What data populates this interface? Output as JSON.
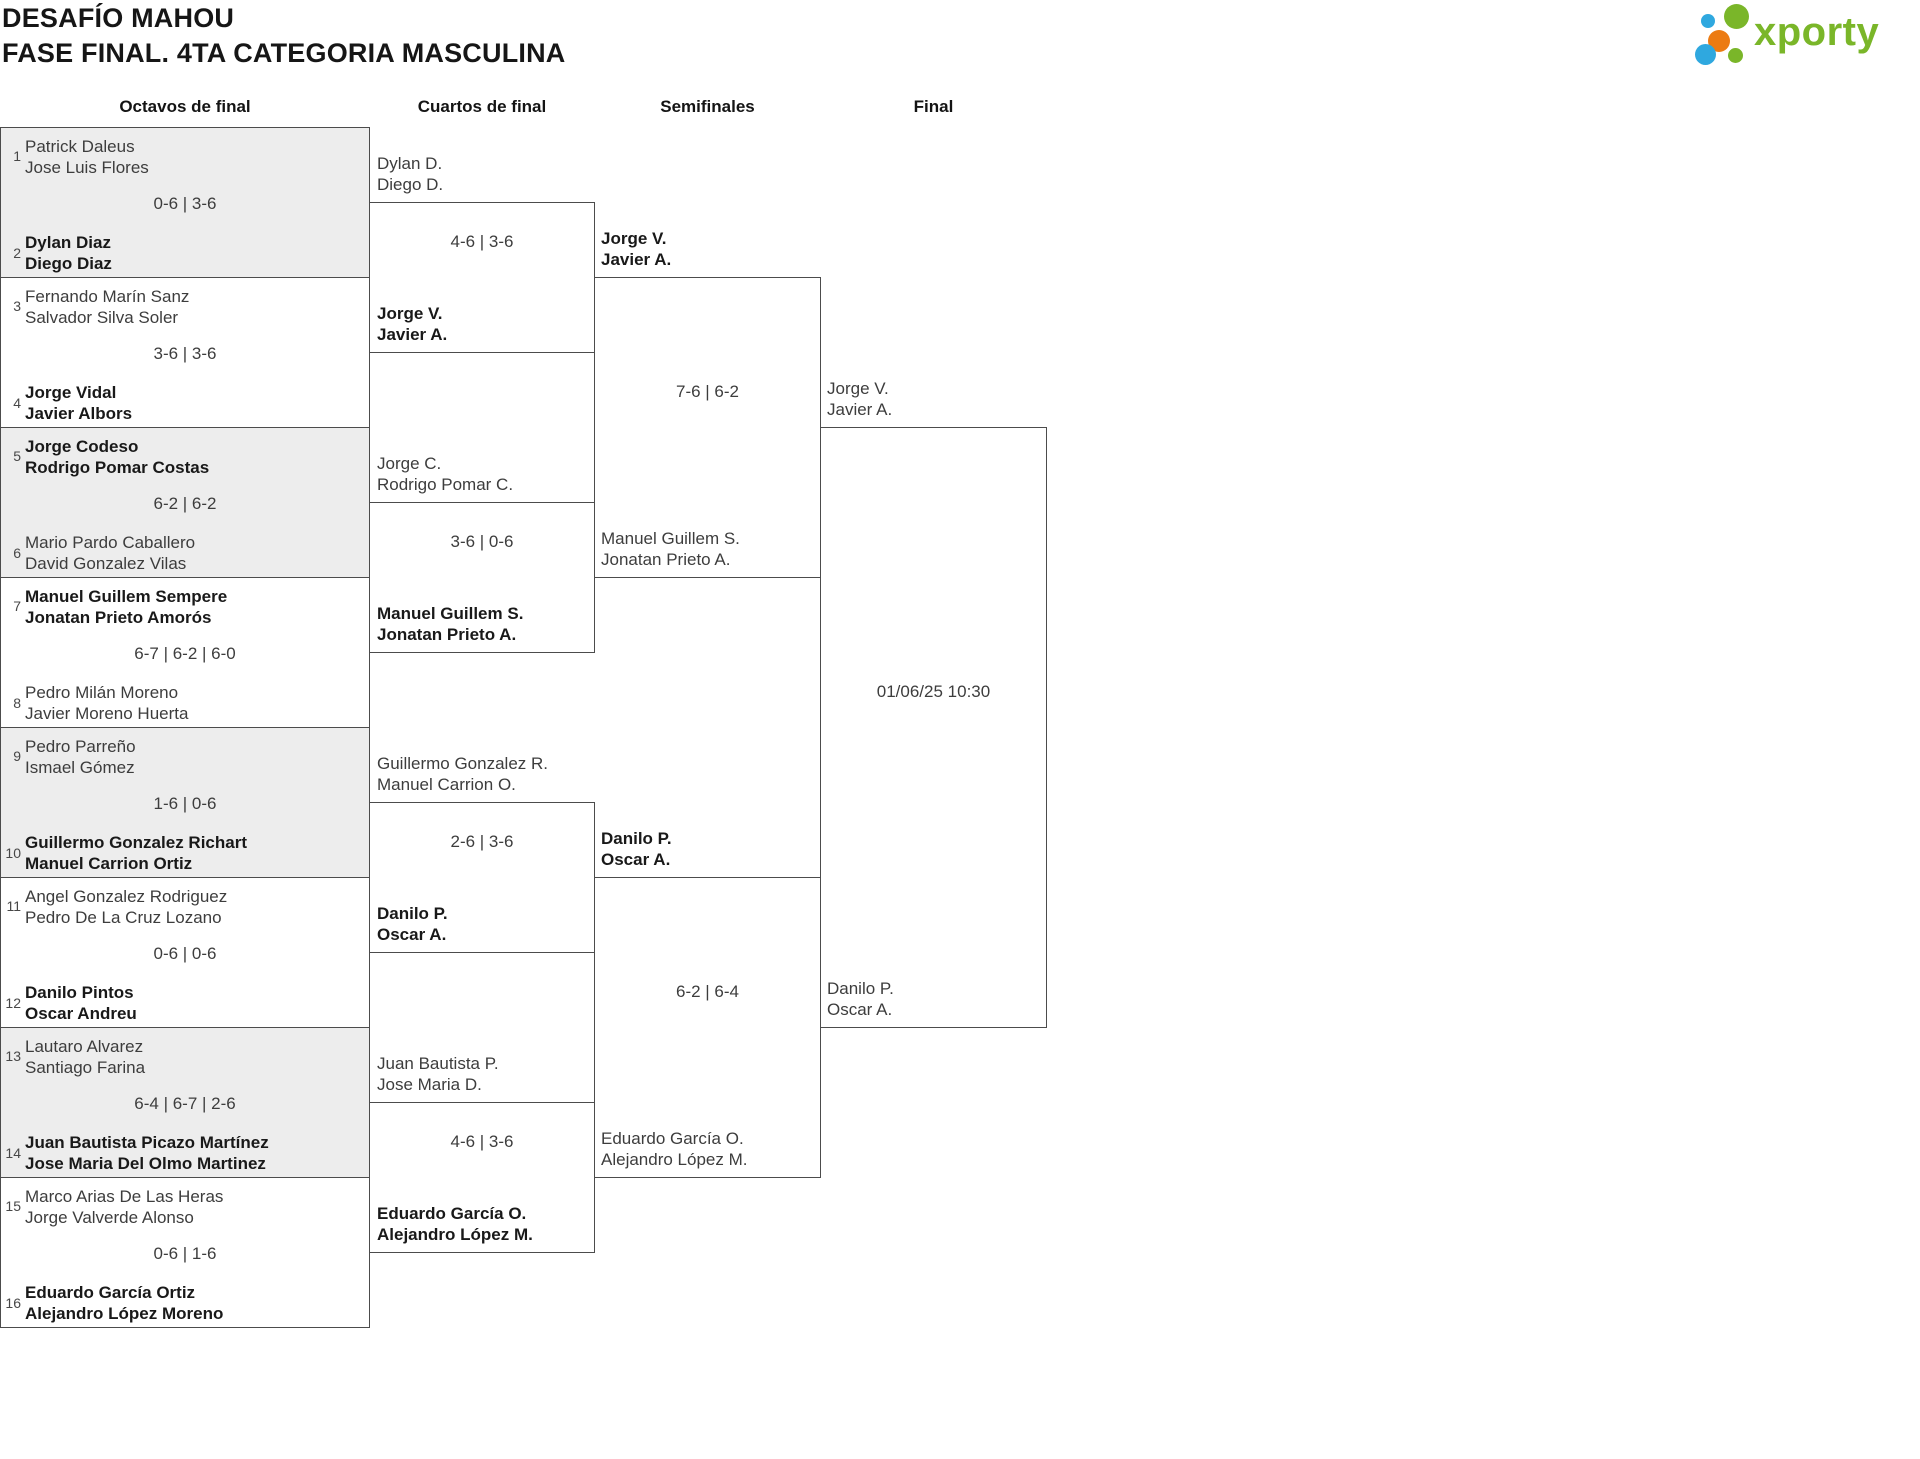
{
  "header": {
    "title_line1": "DESAFÍO MAHOU",
    "title_line2": "FASE FINAL. 4TA CATEGORIA MASCULINA"
  },
  "logo": {
    "text": "xporty",
    "green": "#7ab629",
    "blue": "#2fa8df",
    "orange": "#ec7b12"
  },
  "rounds": {
    "octavos": "Octavos de final",
    "cuartos": "Cuartos de final",
    "semifinales": "Semifinales",
    "final": "Final"
  },
  "octavos": [
    {
      "seed_a": "1",
      "team_a1": "Patrick Daleus",
      "team_a2": "Jose Luis Flores",
      "score": "0-6 | 3-6",
      "seed_b": "2",
      "team_b1": "Dylan Diaz",
      "team_b2": "Diego Diaz",
      "winner": "b"
    },
    {
      "seed_a": "3",
      "team_a1": "Fernando Marín Sanz",
      "team_a2": "Salvador Silva Soler",
      "score": "3-6 | 3-6",
      "seed_b": "4",
      "team_b1": "Jorge Vidal",
      "team_b2": "Javier Albors",
      "winner": "b"
    },
    {
      "seed_a": "5",
      "team_a1": "Jorge Codeso",
      "team_a2": "Rodrigo Pomar Costas",
      "score": "6-2 | 6-2",
      "seed_b": "6",
      "team_b1": "Mario Pardo Caballero",
      "team_b2": "David Gonzalez Vilas",
      "winner": "a"
    },
    {
      "seed_a": "7",
      "team_a1": "Manuel Guillem Sempere",
      "team_a2": "Jonatan Prieto Amorós",
      "score": "6-7 | 6-2 | 6-0",
      "seed_b": "8",
      "team_b1": "Pedro Milán Moreno",
      "team_b2": "Javier Moreno Huerta",
      "winner": "a"
    },
    {
      "seed_a": "9",
      "team_a1": "Pedro Parreño",
      "team_a2": "Ismael Gómez",
      "score": "1-6 | 0-6",
      "seed_b": "10",
      "team_b1": "Guillermo Gonzalez Richart",
      "team_b2": "Manuel Carrion Ortiz",
      "winner": "b"
    },
    {
      "seed_a": "11",
      "team_a1": "Angel Gonzalez Rodriguez",
      "team_a2": "Pedro De La Cruz Lozano",
      "score": "0-6 | 0-6",
      "seed_b": "12",
      "team_b1": "Danilo Pintos",
      "team_b2": "Oscar Andreu",
      "winner": "b"
    },
    {
      "seed_a": "13",
      "team_a1": "Lautaro Alvarez",
      "team_a2": "Santiago Farina",
      "score": "6-4 | 6-7 | 2-6",
      "seed_b": "14",
      "team_b1": "Juan Bautista Picazo Martínez",
      "team_b2": "Jose Maria Del Olmo Martinez",
      "winner": "b"
    },
    {
      "seed_a": "15",
      "team_a1": "Marco Arias De Las Heras",
      "team_a2": "Jorge Valverde Alonso",
      "score": "0-6 | 1-6",
      "seed_b": "16",
      "team_b1": "Eduardo García Ortiz",
      "team_b2": "Alejandro López Moreno",
      "winner": "b"
    }
  ],
  "cuartos": [
    {
      "team_a1": "Dylan D.",
      "team_a2": "Diego D.",
      "score": "4-6 | 3-6",
      "team_b1": "Jorge V.",
      "team_b2": "Javier A.",
      "winner": "b"
    },
    {
      "team_a1": "Jorge C.",
      "team_a2": "Rodrigo Pomar C.",
      "score": "3-6 | 0-6",
      "team_b1": "Manuel Guillem S.",
      "team_b2": "Jonatan Prieto A.",
      "winner": "b"
    },
    {
      "team_a1": "Guillermo Gonzalez R.",
      "team_a2": "Manuel Carrion O.",
      "score": "2-6 | 3-6",
      "team_b1": "Danilo P.",
      "team_b2": "Oscar A.",
      "winner": "b"
    },
    {
      "team_a1": "Juan Bautista P.",
      "team_a2": "Jose Maria D.",
      "score": "4-6 | 3-6",
      "team_b1": "Eduardo García O.",
      "team_b2": "Alejandro López M.",
      "winner": "b"
    }
  ],
  "semifinales": [
    {
      "team_a1": "Jorge V.",
      "team_a2": "Javier A.",
      "score": "7-6 | 6-2",
      "team_b1": "Manuel Guillem S.",
      "team_b2": "Jonatan Prieto A.",
      "winner": "a"
    },
    {
      "team_a1": "Danilo P.",
      "team_a2": "Oscar A.",
      "score": "6-2 | 6-4",
      "team_b1": "Eduardo García O.",
      "team_b2": "Alejandro López M.",
      "winner": "a"
    }
  ],
  "final": {
    "team_a1": "Jorge V.",
    "team_a2": "Javier A.",
    "datetime": "01/06/25 10:30",
    "team_b1": "Danilo P.",
    "team_b2": "Oscar A."
  }
}
